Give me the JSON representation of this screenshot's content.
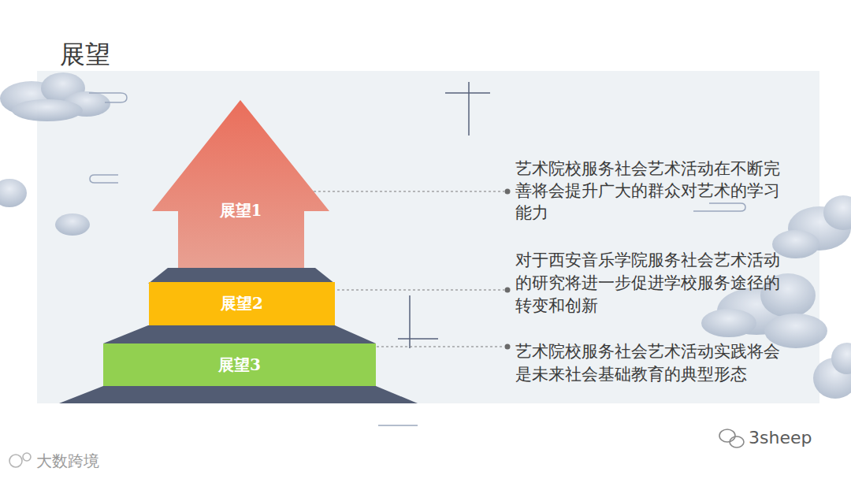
{
  "diagram": {
    "title": "展望",
    "nodes": [
      {
        "text": [
          "展望1"
        ]
      },
      {
        "text": [
          "展望2"
        ]
      },
      {
        "text": [
          "展望3"
        ]
      }
    ],
    "labels": [
      "艺术院校服务社会艺术活动在不断完善将会提升广大的群众对艺术的学习能力",
      "对于西安音乐学院服务社会艺术活动的研究将进一步促进学校服务途径的转变和创新",
      "艺术院校服务社会艺术活动实践将会是未来社会基础教育的典型形态",
      "大数跨境",
      "3sheep"
    ]
  }
}
